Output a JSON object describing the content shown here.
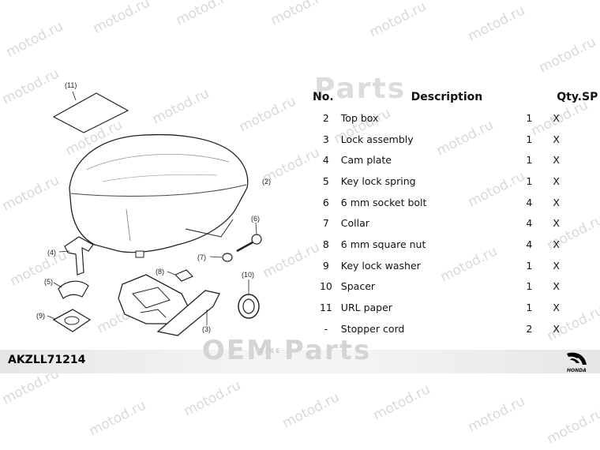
{
  "watermark": "motod.ru",
  "brand_marks": {
    "parts": "Parts",
    "oem": "OEM",
    "bike": "BIKE"
  },
  "table": {
    "headers": {
      "no": "No.",
      "description": "Description",
      "qty": "Qty.",
      "sp": "SP"
    },
    "rows": [
      {
        "no": "2",
        "description": "Top box",
        "qty": "1",
        "sp": "X"
      },
      {
        "no": "3",
        "description": "Lock assembly",
        "qty": "1",
        "sp": "X"
      },
      {
        "no": "4",
        "description": "Cam plate",
        "qty": "1",
        "sp": "X"
      },
      {
        "no": "5",
        "description": "Key lock spring",
        "qty": "1",
        "sp": "X"
      },
      {
        "no": "6",
        "description": "6 mm socket bolt",
        "qty": "4",
        "sp": "X"
      },
      {
        "no": "7",
        "description": "Collar",
        "qty": "4",
        "sp": "X"
      },
      {
        "no": "8",
        "description": "6 mm square nut",
        "qty": "4",
        "sp": "X"
      },
      {
        "no": "9",
        "description": "Key lock washer",
        "qty": "1",
        "sp": "X"
      },
      {
        "no": "10",
        "description": "Spacer",
        "qty": "1",
        "sp": "X"
      },
      {
        "no": "11",
        "description": "URL paper",
        "qty": "1",
        "sp": "X"
      },
      {
        "no": "-",
        "description": "Stopper cord",
        "qty": "2",
        "sp": "X"
      }
    ]
  },
  "callouts": {
    "c11": "(11)",
    "c2": "(2)",
    "c6": "(6)",
    "c4": "(4)",
    "c7": "(7)",
    "c5": "(5)",
    "c8": "(8)",
    "c10": "(10)",
    "c9": "(9)",
    "c3": "(3)"
  },
  "footer": {
    "code": "AKZLL71214",
    "logo_text": "HONDA"
  },
  "colors": {
    "watermark": "#d9d9d9",
    "footer_band": "#f0f0f0"
  }
}
